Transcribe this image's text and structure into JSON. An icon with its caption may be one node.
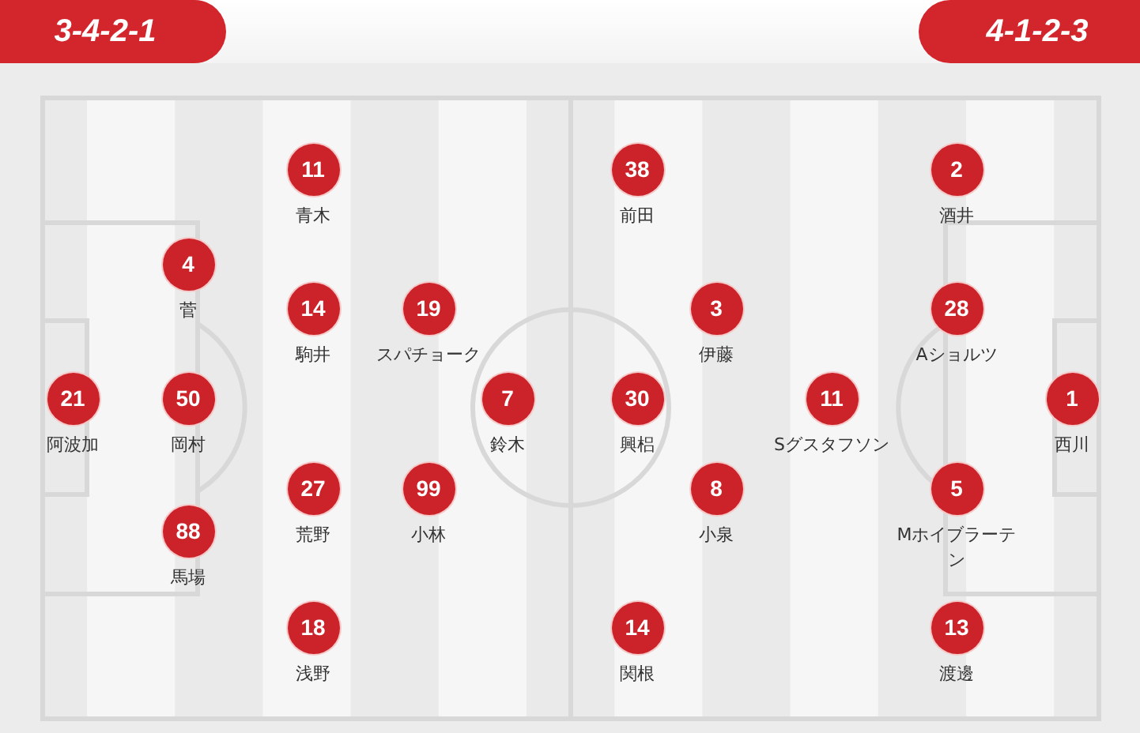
{
  "diagram": {
    "nodes": [
      {
        "text": [
          "3-4-2-1"
        ]
      },
      {
        "text": [
          "4-1-2-3"
        ]
      },
      {
        "text": [
          "21"
        ],
        "beside": [
          "阿波加"
        ]
      },
      {
        "text": [
          "4"
        ],
        "beside": [
          "菅"
        ]
      },
      {
        "text": [
          "50"
        ],
        "beside": [
          "岡村"
        ]
      },
      {
        "text": [
          "88"
        ],
        "beside": [
          "馬場"
        ]
      },
      {
        "text": [
          "11"
        ],
        "beside": [
          "青木"
        ]
      },
      {
        "text": [
          "14"
        ],
        "beside": [
          "駒井"
        ]
      },
      {
        "text": [
          "27"
        ],
        "beside": [
          "荒野"
        ]
      },
      {
        "text": [
          "18"
        ],
        "beside": [
          "浅野"
        ]
      },
      {
        "text": [
          "19"
        ],
        "beside": [
          "スパチョーク"
        ]
      },
      {
        "text": [
          "99"
        ],
        "beside": [
          "小林"
        ]
      },
      {
        "text": [
          "7"
        ],
        "beside": [
          "鈴木"
        ]
      },
      {
        "text": [
          "38"
        ],
        "beside": [
          "前田"
        ]
      },
      {
        "text": [
          "30"
        ],
        "beside": [
          "興梠"
        ]
      },
      {
        "text": [
          "14"
        ],
        "beside": [
          "関根"
        ]
      },
      {
        "text": [
          "3"
        ],
        "beside": [
          "伊藤"
        ]
      },
      {
        "text": [
          "8"
        ],
        "beside": [
          "小泉"
        ]
      },
      {
        "text": [
          "11"
        ],
        "beside": [
          "Sグスタフソン"
        ]
      },
      {
        "text": [
          "2"
        ],
        "beside": [
          "酒井"
        ]
      },
      {
        "text": [
          "28"
        ],
        "beside": [
          "Aショルツ"
        ]
      },
      {
        "text": [
          "5"
        ],
        "beside": [
          "Mホイブラーテン"
        ]
      },
      {
        "text": [
          "13"
        ],
        "beside": [
          "渡邊"
        ]
      },
      {
        "text": [
          "1"
        ],
        "beside": [
          "西川"
        ]
      }
    ]
  }
}
